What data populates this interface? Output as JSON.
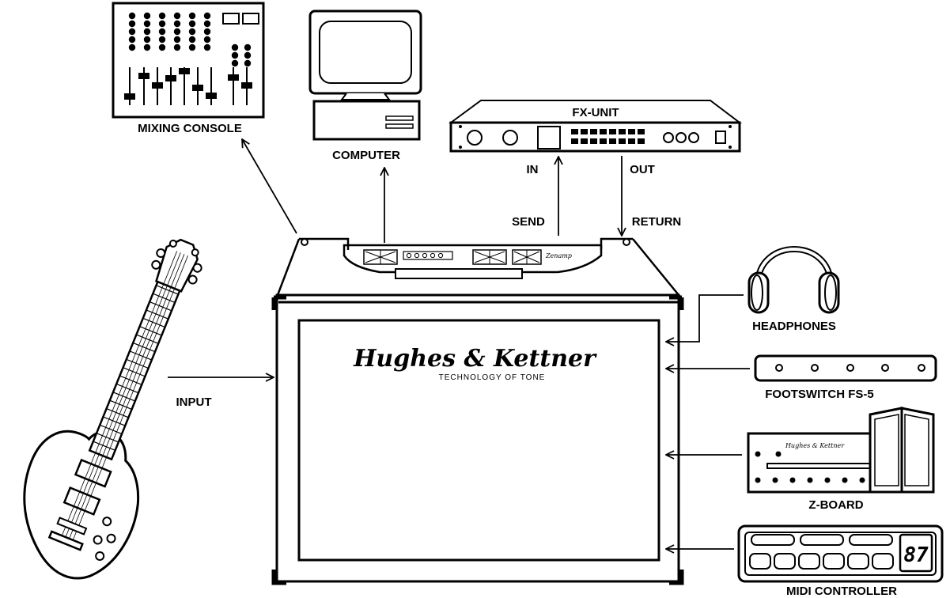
{
  "labels": {
    "mixing_console": "MIXING CONSOLE",
    "computer": "COMPUTER",
    "fx_unit": "FX-UNIT",
    "in": "IN",
    "out": "OUT",
    "send": "SEND",
    "return": "RETURN",
    "input": "INPUT",
    "headphones": "HEADPHONES",
    "footswitch": "FOOTSWITCH FS-5",
    "z_board": "Z-BOARD",
    "midi_controller": "MIDI CONTROLLER"
  },
  "amp": {
    "brand": "Hughes & Kettner",
    "tagline": "TECHNOLOGY OF TONE",
    "model": "Zenamp"
  },
  "zboard": {
    "brand": "Hughes & Kettner"
  },
  "midi": {
    "display": "87"
  },
  "colors": {
    "line": "#000000",
    "background": "#ffffff"
  }
}
